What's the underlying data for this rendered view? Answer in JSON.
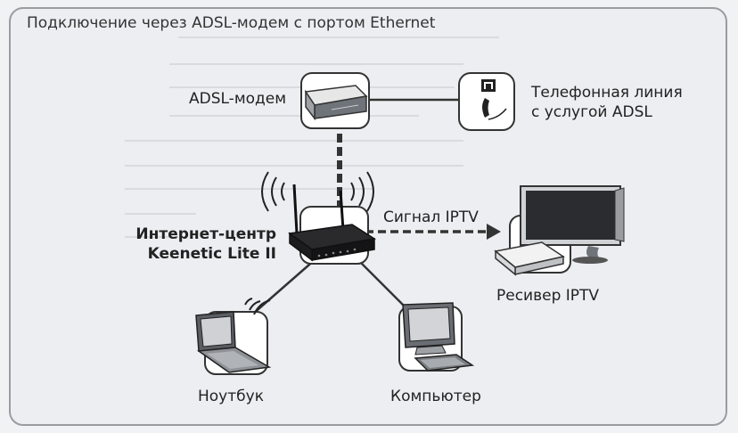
{
  "title": "Подключение через ADSL-модем с портом Ethernet",
  "nodes": {
    "modem": {
      "label": "ADSL-модем"
    },
    "phone_line": {
      "label_line1": "Телефонная линия",
      "label_line2": "с услугой ADSL"
    },
    "router": {
      "label_line1": "Интернет-центр",
      "label_line2": "Keenetic Lite II"
    },
    "iptv_receiver": {
      "label": "Ресивер IPTV"
    },
    "laptop": {
      "label": "Ноутбук"
    },
    "computer": {
      "label": "Компьютер"
    }
  },
  "connections": {
    "iptv_signal_label": "Сигнал IPTV"
  },
  "icons": {
    "phone_jack": "phone-jack-icon",
    "wifi": "wifi-icon"
  },
  "colors": {
    "frame": "#9a9ca0",
    "line": "#333333",
    "device_dark": "#1c1c1e"
  }
}
